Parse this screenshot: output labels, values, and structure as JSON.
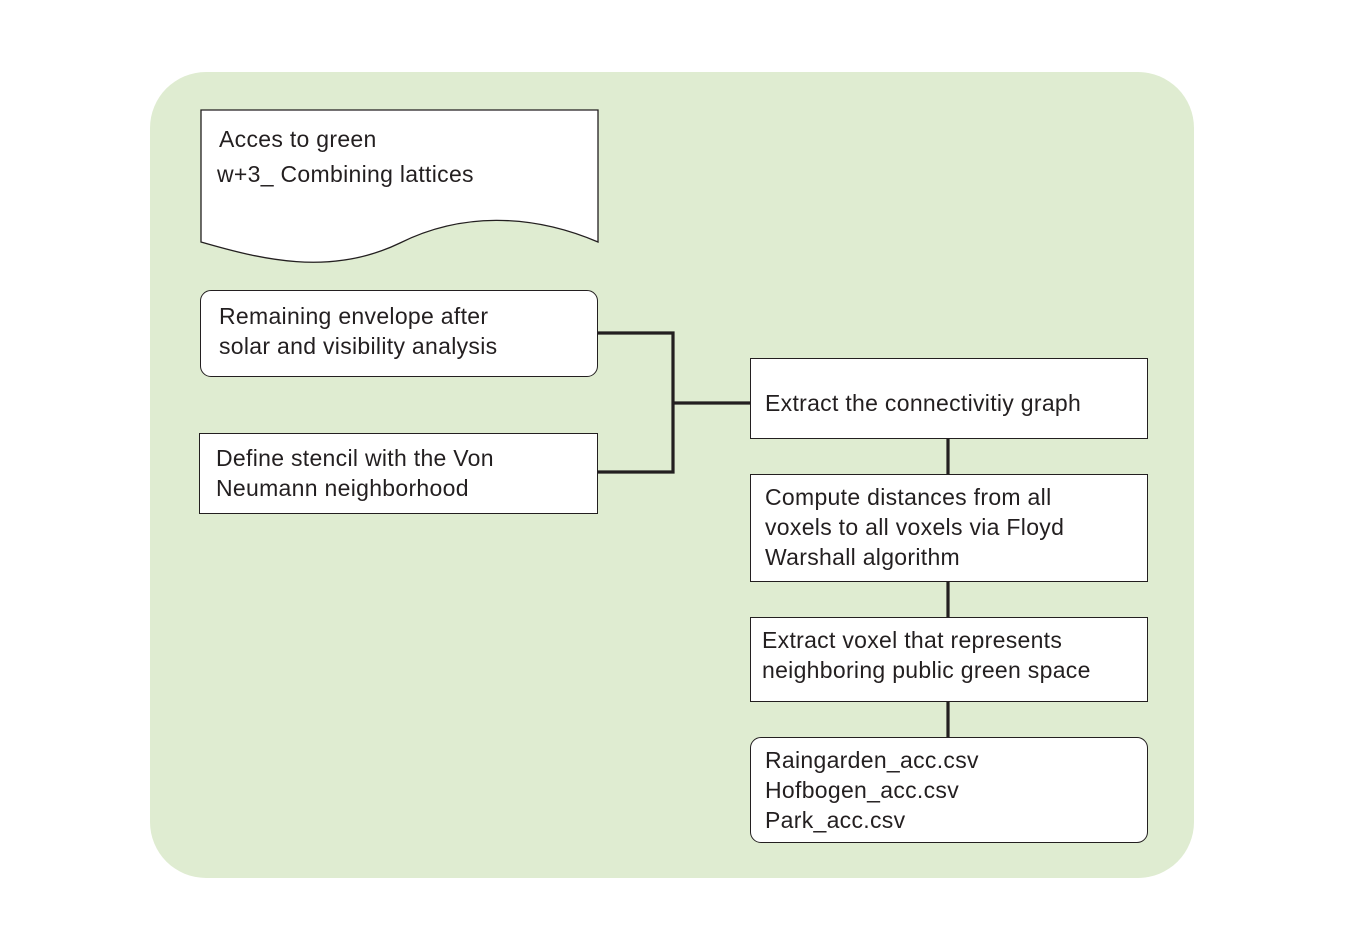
{
  "diagram": {
    "header": {
      "title": "Acces to green",
      "subtitle": "w+3_ Combining lattices"
    },
    "inputs": [
      {
        "lines": [
          "Remaining envelope after",
          "solar and visibility analysis"
        ]
      },
      {
        "lines": [
          "Define stencil with the Von",
          "Neumann neighborhood"
        ]
      }
    ],
    "steps": [
      {
        "lines": [
          "Extract the connectivitiy graph"
        ]
      },
      {
        "lines": [
          "Compute distances from all",
          "voxels to all voxels via Floyd",
          "Warshall algorithm"
        ]
      },
      {
        "lines": [
          "Extract voxel that represents",
          "neighboring public green space"
        ]
      }
    ],
    "outputs": {
      "lines": [
        "Raingarden_acc.csv",
        "Hofbogen_acc.csv",
        "Park_acc.csv"
      ]
    }
  },
  "colors": {
    "panel_background": "#dfecd1",
    "box_fill": "#ffffff",
    "stroke": "#231f20",
    "text": "#231f20"
  }
}
